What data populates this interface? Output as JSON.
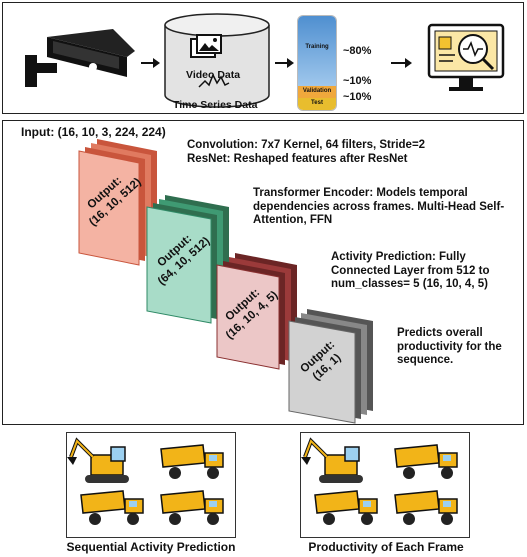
{
  "pipeline": {
    "cylinder_label_1": "Video Data",
    "cylinder_label_2": "Time Series Data",
    "split": [
      {
        "name": "Training",
        "pct": "~80%",
        "color": "#7fb3df"
      },
      {
        "name": "Validation",
        "pct": "~10%",
        "color": "#f0b24a"
      },
      {
        "name": "Test",
        "pct": "~10%",
        "color": "#e9c23a"
      }
    ]
  },
  "architecture": {
    "input_label": "Input: (16, 10, 3, 224, 224)",
    "stages": [
      {
        "output": "Output:\n(16, 10, 512)",
        "description": "Convolution: 7x7 Kernel, 64 filters, Stride=2 ResNet: Reshaped features after ResNet",
        "color": "#f4b3a3",
        "dark": "#c9553c"
      },
      {
        "output": "Output:\n(64, 10, 512)",
        "description": "Transformer Encoder: Models temporal dependencies across frames. Multi-Head Self-Attention, FFN",
        "color": "#a8dcc8",
        "dark": "#2f8a66"
      },
      {
        "output": "Output:\n(16, 10, 4, 5)",
        "description": "Activity Prediction: Fully Connected Layer from 512 to num_classes= 5 (16, 10, 4, 5)",
        "color": "#ecc7c7",
        "dark": "#8a3030"
      },
      {
        "output": "Output:\n(16, 1)",
        "description": "Predicts overall productivity for the sequence.",
        "color": "#c8c8c8",
        "dark": "#555555"
      }
    ]
  },
  "bottom": {
    "left_caption": "Sequential Activity Prediction",
    "right_caption": "Productivity of Each Frame"
  }
}
